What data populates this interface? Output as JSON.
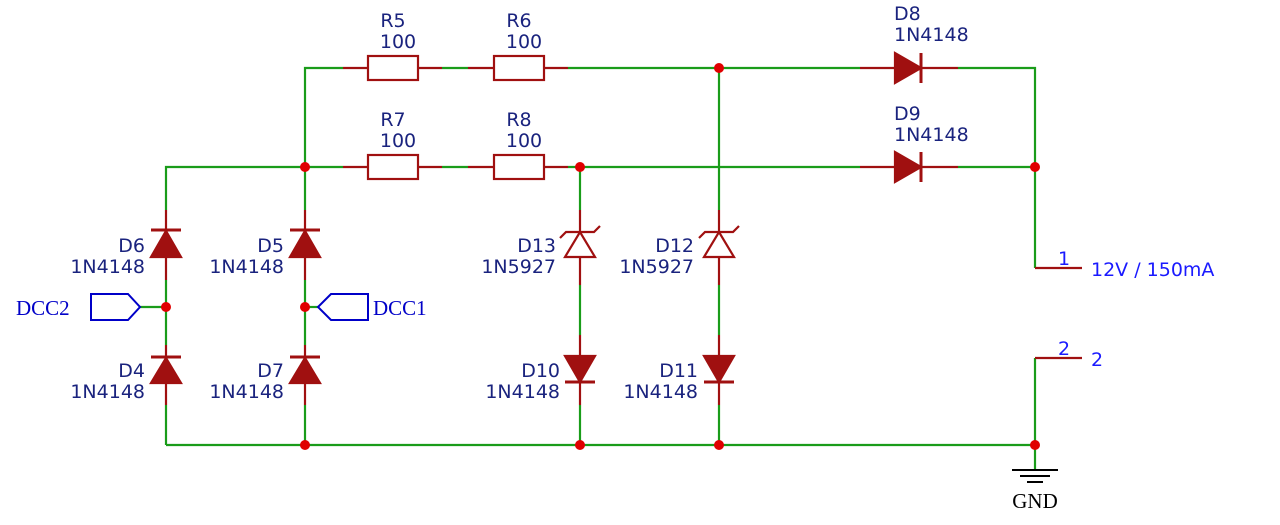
{
  "colors": {
    "wire": "#1a9c1a",
    "part": "#a01010",
    "text": "#1a237e",
    "pin": "#1a1aff",
    "label": "#0000c8",
    "ground": "#000000",
    "junction": "#e00000"
  },
  "resistors": [
    {
      "ref": "R5",
      "value": "100"
    },
    {
      "ref": "R6",
      "value": "100"
    },
    {
      "ref": "R7",
      "value": "100"
    },
    {
      "ref": "R8",
      "value": "100"
    }
  ],
  "diodes": [
    {
      "ref": "D8",
      "value": "1N4148"
    },
    {
      "ref": "D9",
      "value": "1N4148"
    },
    {
      "ref": "D6",
      "value": "1N4148"
    },
    {
      "ref": "D5",
      "value": "1N4148"
    },
    {
      "ref": "D4",
      "value": "1N4148"
    },
    {
      "ref": "D7",
      "value": "1N4148"
    },
    {
      "ref": "D10",
      "value": "1N4148"
    },
    {
      "ref": "D11",
      "value": "1N4148"
    }
  ],
  "zeners": [
    {
      "ref": "D13",
      "value": "1N5927"
    },
    {
      "ref": "D12",
      "value": "1N5927"
    }
  ],
  "ports": [
    {
      "name": "DCC2"
    },
    {
      "name": "DCC1"
    }
  ],
  "connector_pins": [
    {
      "number": "1",
      "label": "12V / 150mA"
    },
    {
      "number": "2",
      "label": "2"
    }
  ],
  "ground_label": "GND"
}
